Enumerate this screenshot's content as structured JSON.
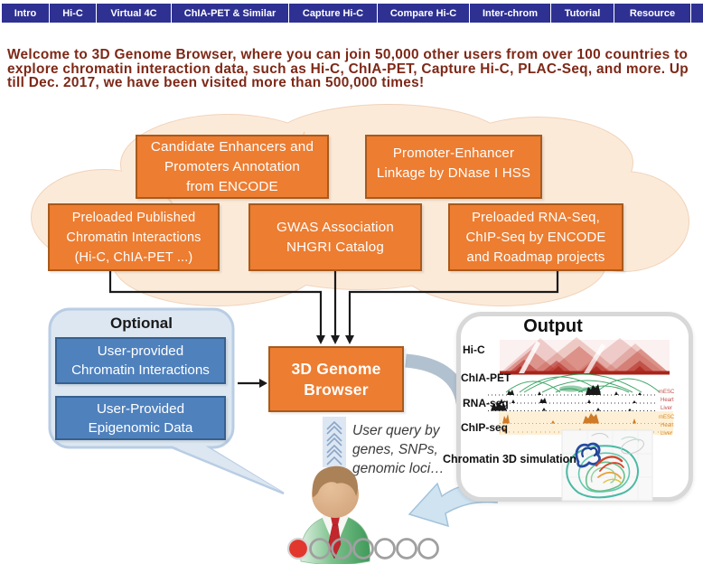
{
  "nav": {
    "items": [
      {
        "label": "Intro"
      },
      {
        "label": "Hi-C"
      },
      {
        "label": "Virtual 4C"
      },
      {
        "label": "ChIA-PET & Similar"
      },
      {
        "label": "Capture Hi-C"
      },
      {
        "label": "Compare Hi-C"
      },
      {
        "label": "Inter-chrom"
      },
      {
        "label": "Tutorial"
      },
      {
        "label": "Resource"
      }
    ],
    "bg_color": "#2e3192"
  },
  "welcome": {
    "lines": [
      "Welcome to 3D Genome Browser, where you can join 50,000 other users from over 100 countries to",
      "explore chromatin interaction data, such as Hi-C, ChIA-PET, Capture Hi-C, PLAC-Seq, and more. Up",
      "till Dec. 2017, we have been visited more than 500,000 times!"
    ],
    "color": "#7e2817"
  },
  "diagram": {
    "cloud_boxes": {
      "candidate": {
        "lines": [
          "Candidate Enhancers and",
          "Promoters Annotation",
          "from ENCODE"
        ]
      },
      "promoter": {
        "lines": [
          "Promoter-Enhancer",
          "Linkage by DNase I HSS"
        ]
      },
      "preloaded_chromatin": {
        "lines": [
          "Preloaded Published",
          "Chromatin Interactions",
          "(Hi-C, ChIA-PET ...)"
        ]
      },
      "gwas": {
        "lines": [
          "GWAS Association",
          "NHGRI Catalog"
        ]
      },
      "preloaded_rnaseq": {
        "lines": [
          "Preloaded RNA-Seq,",
          "ChIP-Seq by ENCODE",
          "and Roadmap projects"
        ]
      }
    },
    "optional": {
      "title": "Optional",
      "boxes": {
        "user_chromatin": {
          "lines": [
            "User-provided",
            "Chromatin Interactions"
          ]
        },
        "user_epigenomic": {
          "lines": [
            "User-Provided",
            "Epigenomic Data"
          ]
        }
      }
    },
    "browser": {
      "lines": [
        "3D Genome",
        "Browser"
      ]
    },
    "query": {
      "lines": [
        "User query by",
        "genes, SNPs,",
        "genomic loci…"
      ]
    },
    "output": {
      "title": "Output",
      "rows": [
        "Hi-C",
        "ChIA-PET",
        "RNA-seq",
        "ChIP-seq"
      ],
      "simulation_label": "Chromatin 3D simulation",
      "track_sublabels": {
        "rna": [
          "mESC",
          "Heart",
          "Liver"
        ],
        "chip": [
          "mESC",
          "Heart",
          "Liver"
        ]
      }
    },
    "colors": {
      "orange_fill": "#ed7d31",
      "orange_border": "#a85a1c",
      "blue_fill": "#4f81bd",
      "blue_border": "#36608f",
      "bubble_fill": "#dce7f2",
      "bubble_border": "#b9cde4",
      "cloud_fill": "#fcead9",
      "cloud_border": "#f0d3ba"
    }
  }
}
